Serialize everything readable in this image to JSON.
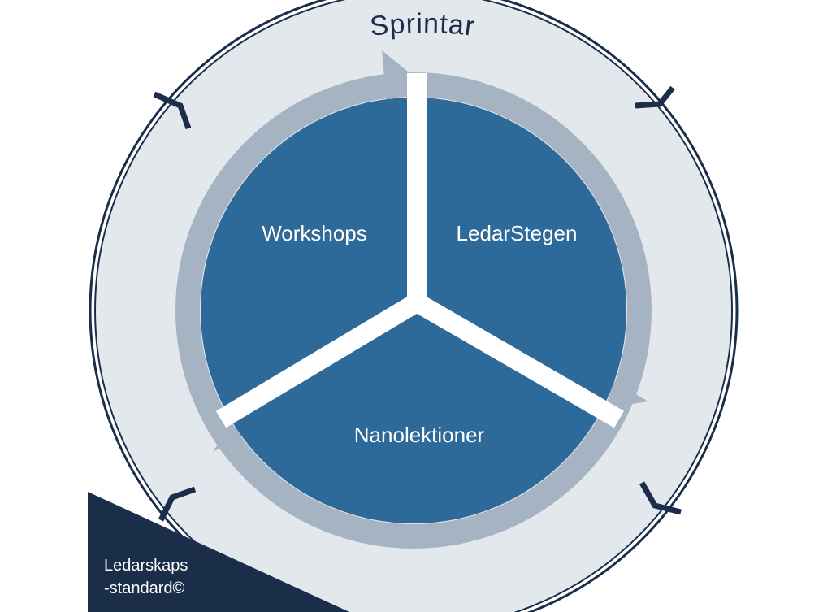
{
  "diagram": {
    "ring_title": "Sprintar",
    "segments": [
      {
        "label": "Workshops"
      },
      {
        "label": "LedarStegen"
      },
      {
        "label": "Nanolektioner"
      }
    ],
    "corner_label": {
      "line1": "Ledarskaps",
      "line2": "-standard©"
    }
  },
  "colors": {
    "navy": "#1a2e4a",
    "ring_fill": "#e3e8ec",
    "segment_blue": "#2e6a99",
    "arrow_grey": "#a6b3c3",
    "white": "#ffffff"
  }
}
